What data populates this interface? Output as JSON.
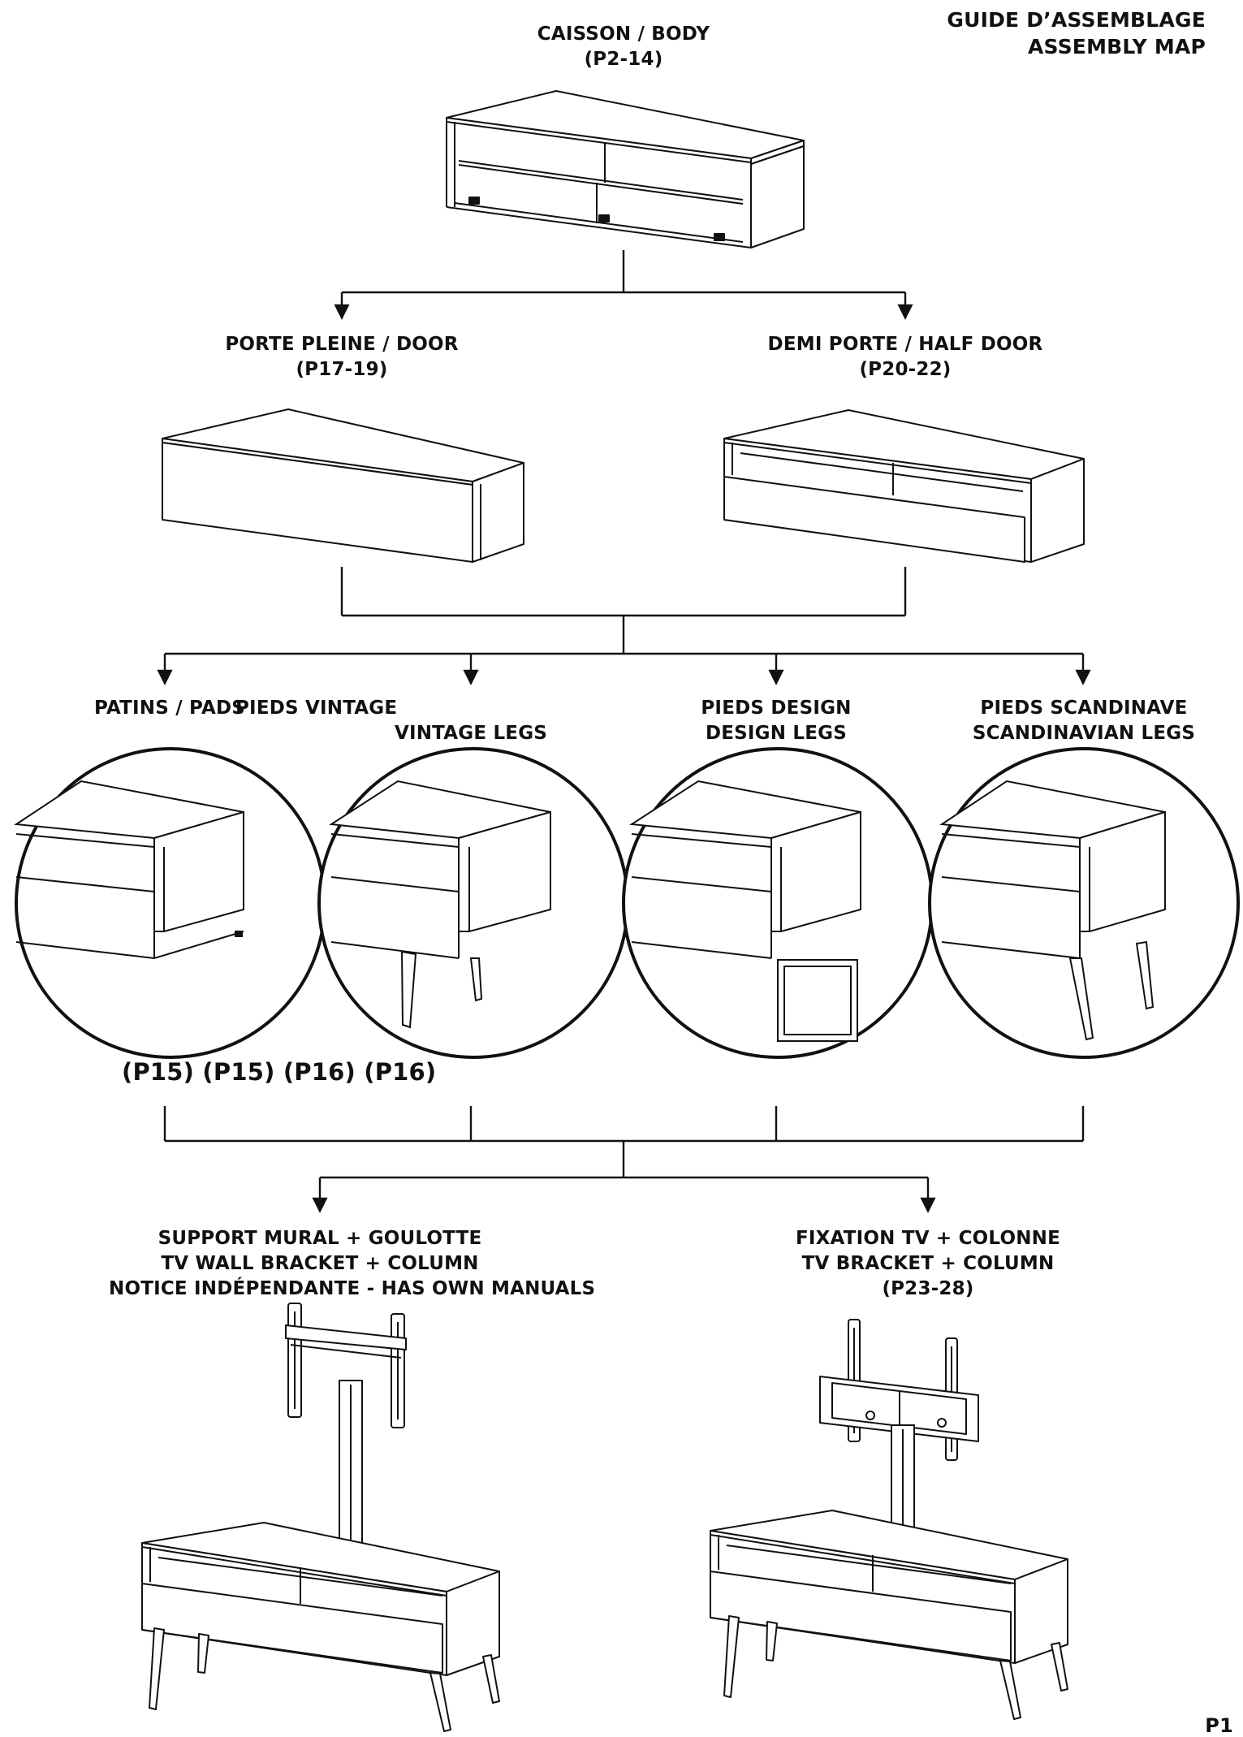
{
  "header": {
    "title_line1": "GUIDE D’ASSEMBLAGE",
    "title_line2": "ASSEMBLY MAP"
  },
  "body_step": {
    "label": "CAISSON / BODY",
    "pages": "(P2-14)"
  },
  "door_steps": [
    {
      "label": "PORTE PLEINE / DOOR",
      "pages": "(P17-19)"
    },
    {
      "label": "DEMI PORTE / HALF DOOR",
      "pages": "(P20-22)"
    }
  ],
  "leg_steps": [
    {
      "label": "PATINS / PADS",
      "pages": "(P15)"
    },
    {
      "label_line1": "PIEDS VINTAGE",
      "label_line2": "VINTAGE LEGS",
      "pages": "(P15)"
    },
    {
      "label_line1": "PIEDS DESIGN",
      "label_line2": "DESIGN LEGS",
      "pages": "(P16)"
    },
    {
      "label_line1": "PIEDS SCANDINAVE",
      "label_line2": "SCANDINAVIAN LEGS",
      "pages": "(P16)"
    }
  ],
  "tv_steps": [
    {
      "line1": "SUPPORT MURAL + GOULOTTE",
      "line2": "TV WALL BRACKET + COLUMN",
      "line3": "NOTICE INDÉPENDANTE - HAS OWN MANUALS"
    },
    {
      "line1": "FIXATION TV + COLONNE",
      "line2": "TV BRACKET + COLUMN",
      "line3": "(P23-28)"
    }
  ],
  "page_number": "P1"
}
